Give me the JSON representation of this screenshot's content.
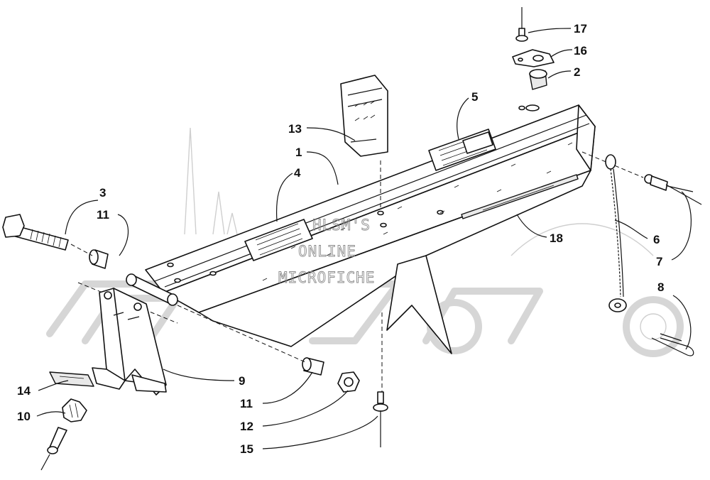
{
  "watermark": {
    "lines": [
      "HLSM'S",
      "ONLINE",
      "MICROFICHE"
    ]
  },
  "callouts": [
    {
      "id": "c1",
      "label": "1"
    },
    {
      "id": "c2",
      "label": "2"
    },
    {
      "id": "c3",
      "label": "3"
    },
    {
      "id": "c4",
      "label": "4"
    },
    {
      "id": "c5",
      "label": "5"
    },
    {
      "id": "c6",
      "label": "6"
    },
    {
      "id": "c7",
      "label": "7"
    },
    {
      "id": "c8",
      "label": "8"
    },
    {
      "id": "c9",
      "label": "9"
    },
    {
      "id": "c10",
      "label": "10"
    },
    {
      "id": "c11a",
      "label": "11"
    },
    {
      "id": "c11b",
      "label": "11"
    },
    {
      "id": "c12",
      "label": "12"
    },
    {
      "id": "c13",
      "label": "13"
    },
    {
      "id": "c14",
      "label": "14"
    },
    {
      "id": "c15",
      "label": "15"
    },
    {
      "id": "c16",
      "label": "16"
    },
    {
      "id": "c17",
      "label": "17"
    },
    {
      "id": "c18",
      "label": "18"
    }
  ]
}
